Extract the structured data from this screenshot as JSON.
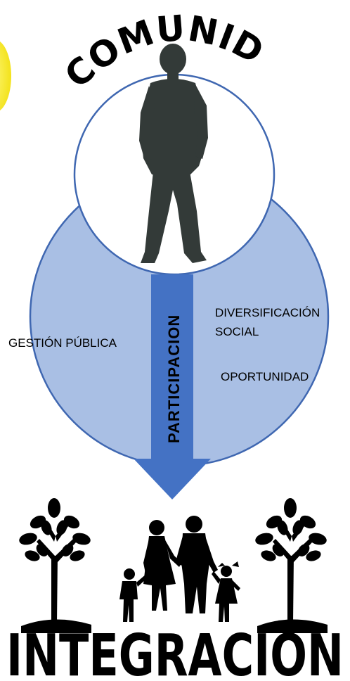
{
  "top_title": "COMUNIDAD",
  "arrow_label": "PARTICIPACION",
  "left_label": "GESTIÓN PÚBLICA",
  "right_labels": [
    "DIVERSIFICACIÓN",
    "SOCIAL"
  ],
  "right_label_2": "OPORTUNIDAD",
  "bottom_title": "INTEGRACIÓN",
  "colors": {
    "circle_fill": "#a9bfe4",
    "circle_stroke": "#3f67b1",
    "arrow": "#4472c4",
    "silhouette": "#333a38",
    "sun": "#f7ee2a"
  },
  "icons": [
    "man-silhouette-icon",
    "tree-left-icon",
    "tree-right-icon",
    "family-silhouette-icon",
    "sun-icon"
  ]
}
